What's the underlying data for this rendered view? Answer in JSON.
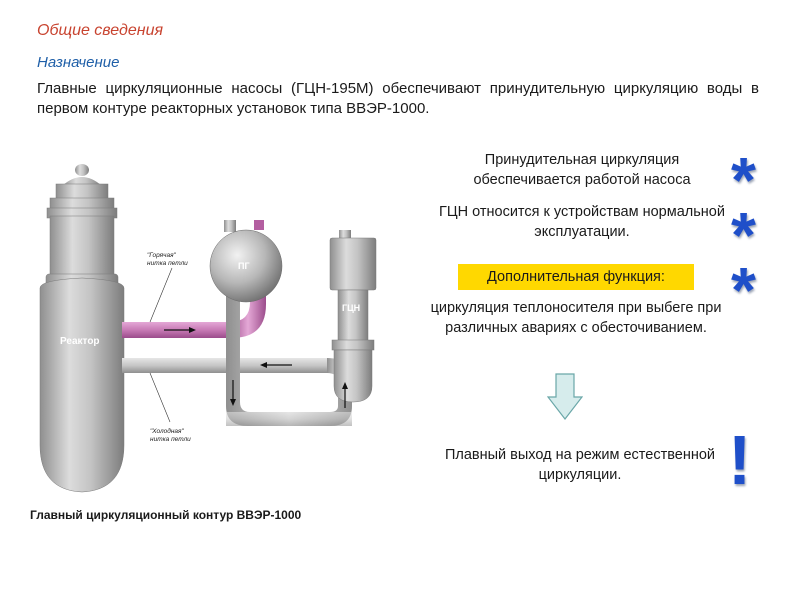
{
  "header": {
    "section_title": "Общие сведения",
    "subsection_title": "Назначение"
  },
  "intro": {
    "text": "Главные циркуляционные насосы (ГЦН-195М) обеспечивают принудительную циркуляцию воды в первом контуре реакторных установок типа ВВЭР-1000."
  },
  "diagram": {
    "reactor_label": "Реактор",
    "sg_label": "ПГ",
    "pump_label": "ГЦН",
    "hot_leg_label_line1": "\"Горячая\"",
    "hot_leg_label_line2": "нитка петли",
    "cold_leg_label_line1": "\"Холодная\"",
    "cold_leg_label_line2": "нитка петли",
    "caption": "Главный циркуляционный контур ВВЭР-1000",
    "colors": {
      "hot_leg": "#c77ab5",
      "vessel": "#b4b4b4",
      "accent_blue": "#1f4fc9",
      "highlight_yellow": "#ffd800"
    }
  },
  "notes": {
    "forced_circulation": "Принудительная циркуляция обеспечивается работой насоса",
    "gcn_normal_operation": "ГЦН относится к устройствам нормальной эксплуатации.",
    "extra_function_label": "Дополнительная функция:",
    "coastdown_circulation": "циркуляция теплоносителя при выбеге при различных авариях с обесточиванием.",
    "natural_circulation": "Плавный выход на режим естественной циркуляции.",
    "asterisk_symbol": "*",
    "exclamation_symbol": "!",
    "arrow_icon": "down-arrow-icon"
  }
}
